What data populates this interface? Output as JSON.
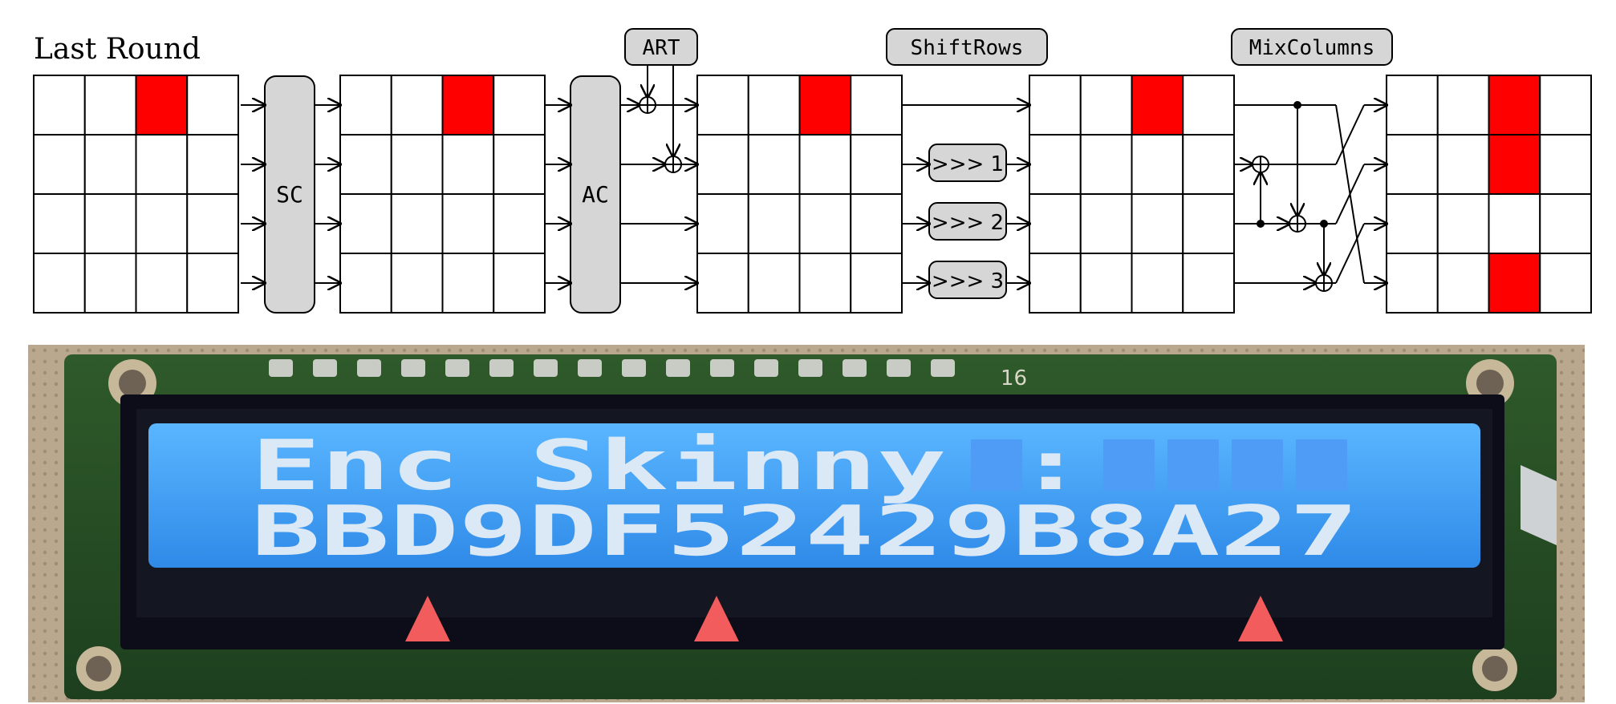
{
  "diagram": {
    "title": "Last Round",
    "boxes": {
      "sc": "SC",
      "ac": "AC",
      "art": "ART",
      "shiftrows": "ShiftRows",
      "mixcolumns": "MixColumns"
    },
    "shift_labels": [
      ">>> 1",
      ">>> 2",
      ">>> 3"
    ],
    "states": [
      {
        "name": "state-1",
        "red": [
          [
            0,
            2
          ]
        ]
      },
      {
        "name": "state-2",
        "red": [
          [
            0,
            2
          ]
        ]
      },
      {
        "name": "state-3",
        "red": [
          [
            0,
            2
          ]
        ]
      },
      {
        "name": "state-4",
        "red": [
          [
            0,
            2
          ]
        ]
      },
      {
        "name": "state-5",
        "red": [
          [
            0,
            2
          ],
          [
            1,
            2
          ],
          [
            3,
            2
          ]
        ]
      }
    ],
    "colors": {
      "active_cell": "#ff0000",
      "box_fill": "#d6d6d6",
      "line": "#000000"
    }
  },
  "lcd": {
    "line1": "Enc Skinny :",
    "line2": "BBD9DF52429B8A27",
    "pin_count_label": "16",
    "marker_color": "#f25c5c",
    "screen_color": "#3f9df2"
  }
}
